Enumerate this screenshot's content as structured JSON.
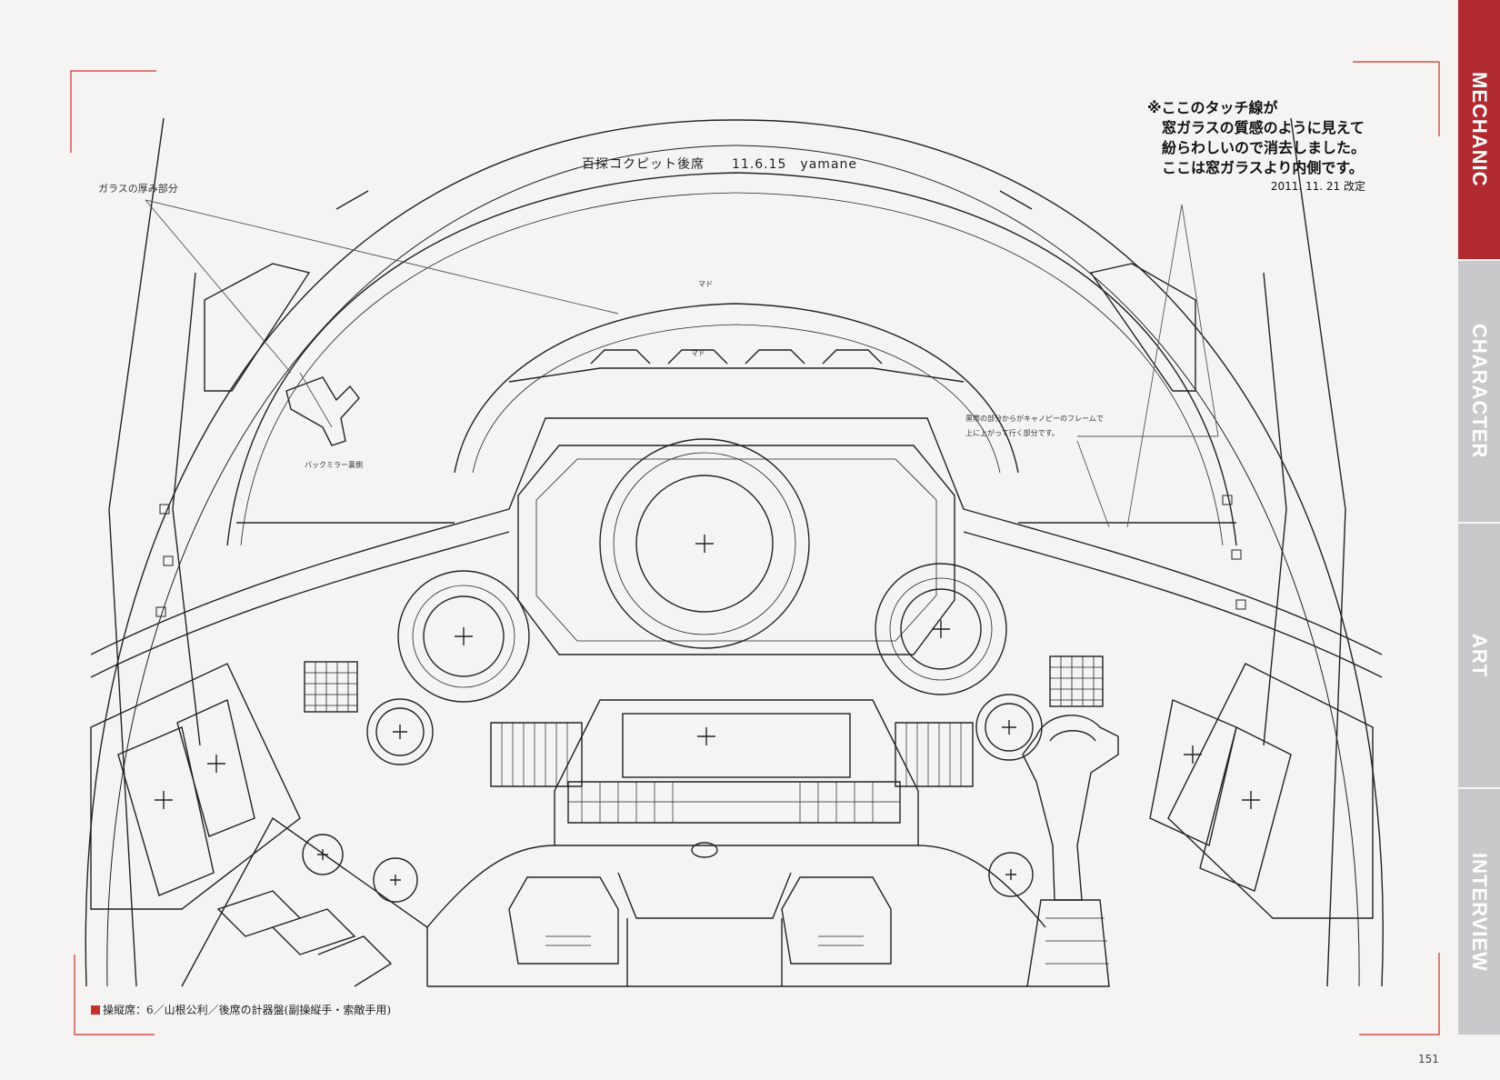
{
  "drawing": {
    "title": "百探コクピット後席　　11.6.15　yamane",
    "note_lines": [
      "※ここのタッチ線が",
      "窓ガラスの質感のように見えて",
      "紛らわしいので消去しました。",
      "ここは窓ガラスより内側です。"
    ],
    "note_date": "2011. 11. 21 改定",
    "label_glass": "ガラスの厚み部分",
    "label_window_top": "マド",
    "label_window_inner": "マド",
    "label_mirror": "バックミラー裏側",
    "label_frame_1": "黒帯の部分からがキャノピーのフレームで",
    "label_frame_2": "上に上がって行く部分です。"
  },
  "caption": {
    "text": "操縦席：6／山根公利／後席の計器盤(副操縦手・索敵手用)",
    "marker_color": "#c8302c"
  },
  "page": {
    "number": "151"
  },
  "tabs": [
    {
      "label": "MECHANIC",
      "active": true
    },
    {
      "label": "CHARACTER",
      "active": false
    },
    {
      "label": "ART",
      "active": false
    },
    {
      "label": "INTERVIEW",
      "active": false
    }
  ],
  "colors": {
    "accent": "#b12a2f",
    "tab_inactive": "#c9c9cb",
    "paper": "#f6f4f2"
  }
}
